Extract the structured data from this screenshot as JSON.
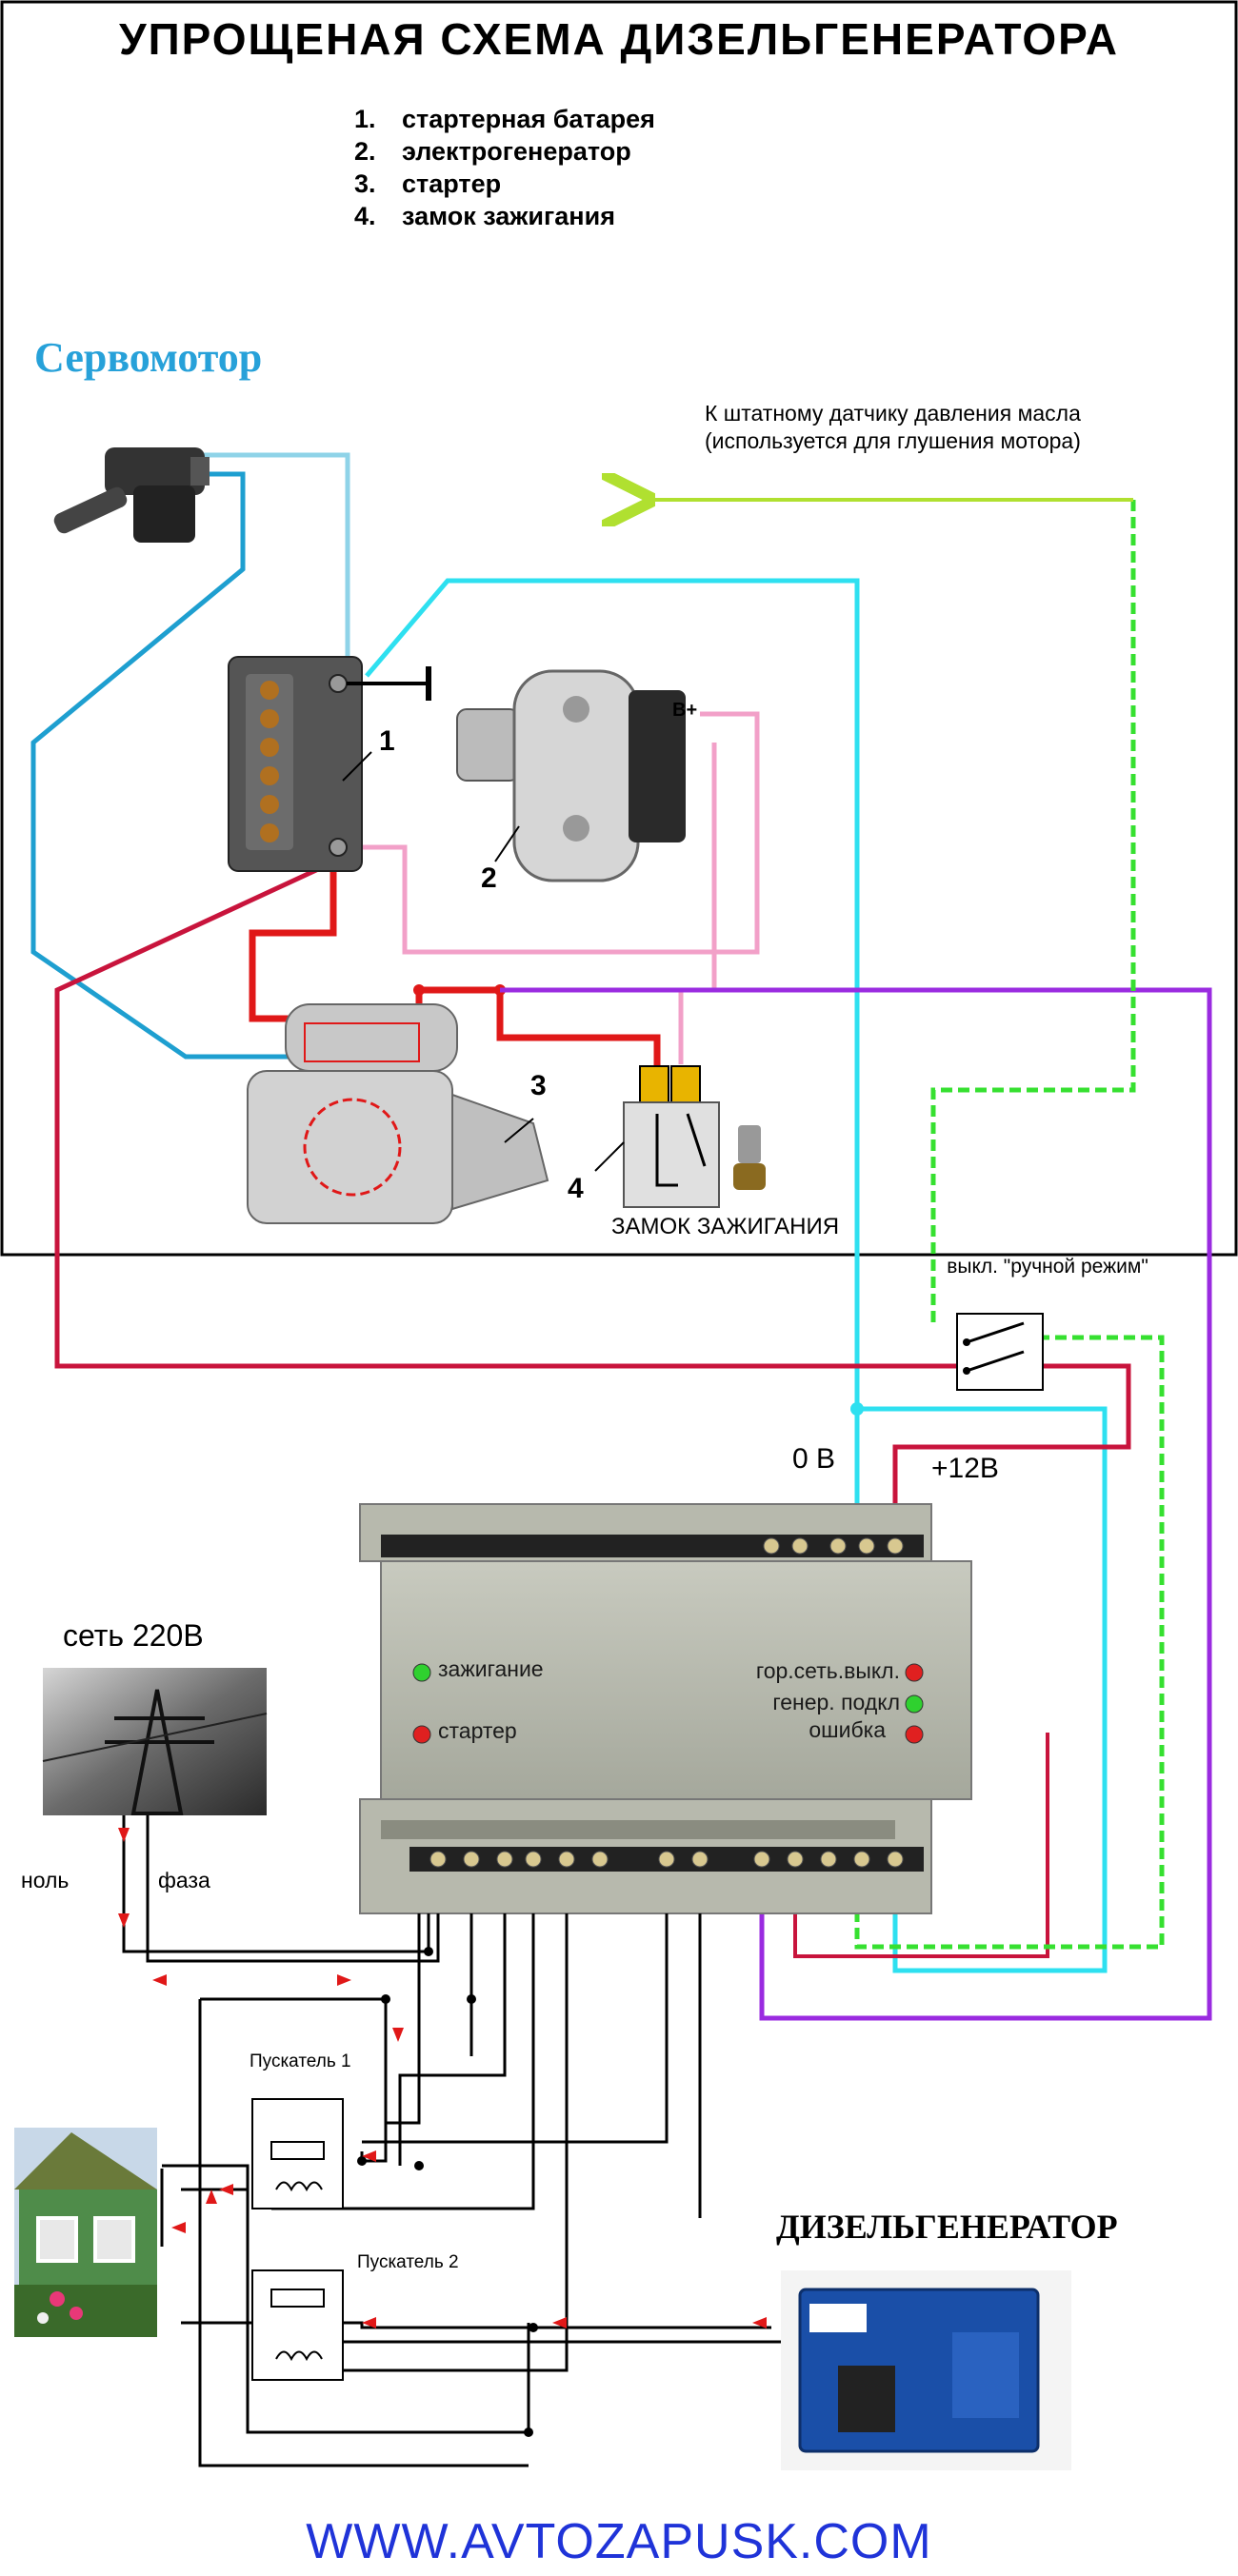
{
  "title": "УПРОЩЕНАЯ СХЕМА ДИЗЕЛЬГЕНЕРАТОРА",
  "legend": [
    {
      "num": "1.",
      "text": "стартерная батарея"
    },
    {
      "num": "2.",
      "text": "электрогенератор"
    },
    {
      "num": "3.",
      "text": "стартер"
    },
    {
      "num": "4.",
      "text": "замок зажигания"
    }
  ],
  "servo_label": "Сервомотор",
  "oil_sensor_note": "К штатному датчику давления масла (используется для глушения мотора)",
  "component_numbers": {
    "battery": "1",
    "alternator": "2",
    "starter": "3",
    "ignition_lock": "4"
  },
  "alternator_terminal": "B+",
  "ignition_lock_label": "ЗАМОК ЗАЖИГАНИЯ",
  "manual_switch_label": "выкл. \"ручной режим\"",
  "zero_volt_label": "0 В",
  "plus12_label": "+12В",
  "controller": {
    "indicators": [
      {
        "label": "зажигание",
        "color": "#2fd12f"
      },
      {
        "label": "стартер",
        "color": "#e02020"
      },
      {
        "label": "гор.сеть.выкл.",
        "color": "#e02020"
      },
      {
        "label": "генер. подкл",
        "color": "#2fd12f"
      },
      {
        "label": "ошибка",
        "color": "#e02020"
      }
    ]
  },
  "mains_label": "сеть 220В",
  "neutral_label": "ноль",
  "phase_label": "фаза",
  "contactor1_label": "Пускатель 1",
  "contactor2_label": "Пускатель 2",
  "generator_label": "ДИЗЕЛЬГЕНЕРАТОР",
  "website": "WWW.AVTOZAPUSK.COM",
  "colors": {
    "light_blue": "#8fd3e8",
    "blue": "#1e9fd0",
    "cyan": "#2ee0f0",
    "pink": "#f2a0c8",
    "red": "#e01818",
    "crimson": "#c8143c",
    "purple": "#9a2be0",
    "green_dashed": "#36e030",
    "yellow_green": "#b0e030",
    "black": "#000000"
  }
}
